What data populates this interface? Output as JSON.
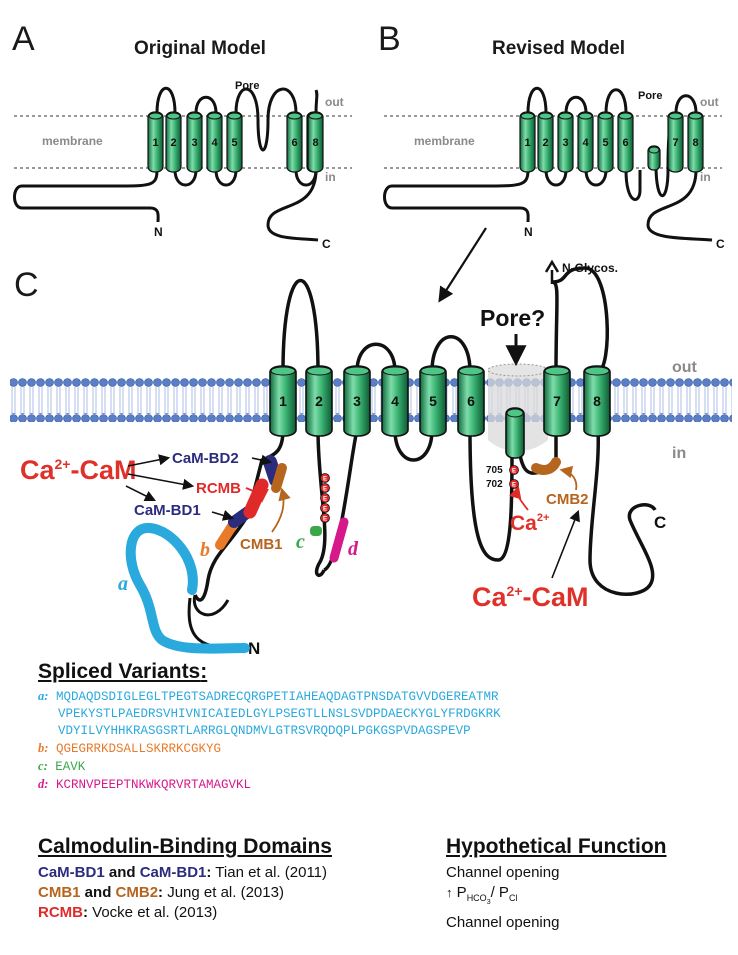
{
  "panel_a": {
    "letter": "A",
    "title": "Original Model",
    "membrane_label": "membrane",
    "out_label": "out",
    "in_label": "in",
    "pore_label": "Pore",
    "helices": [
      "1",
      "2",
      "3",
      "4",
      "5",
      "6",
      "7",
      "8"
    ],
    "n_terminus": "N",
    "c_terminus": "C"
  },
  "panel_b": {
    "letter": "B",
    "title": "Revised  Model",
    "membrane_label": "membrane",
    "out_label": "out",
    "in_label": "in",
    "pore_label": "Pore",
    "helices": [
      "1",
      "2",
      "3",
      "4",
      "5",
      "6",
      "7",
      "8"
    ],
    "n_terminus": "N",
    "c_terminus": "C"
  },
  "panel_c": {
    "letter": "C",
    "glycos_label": "N-Glycos.",
    "pore_label": "Pore?",
    "out_label": "out",
    "in_label": "in",
    "helices": [
      "1",
      "2",
      "3",
      "4",
      "5",
      "6",
      "7",
      "8"
    ],
    "n_terminus": "N",
    "c_terminus": "C",
    "cacam_left": {
      "base": "Ca",
      "sup": "2+",
      "rest": "-CaM"
    },
    "cacam_right": {
      "base": "Ca",
      "sup": "2+",
      "rest": "-CaM"
    },
    "ca2_label": {
      "base": "Ca",
      "sup": "2+"
    },
    "domains": {
      "cam_bd2": "CaM-BD2",
      "rcmb": "RCMB",
      "cam_bd1": "CaM-BD1",
      "cmb1": "CMB1",
      "cmb2": "CMB2"
    },
    "variants": {
      "a": "a",
      "b": "b",
      "c": "c",
      "d": "d"
    },
    "residue_705": "705",
    "residue_702": "702",
    "e_residues": [
      "E",
      "E",
      "E",
      "E",
      "E"
    ],
    "residue_e_label": "E"
  },
  "colors": {
    "helix_green": "#2aa66a",
    "membrane_blue": "#5b7fc7",
    "variant_a": "#2aa9dc",
    "variant_b": "#e87a2a",
    "variant_c": "#3aa84a",
    "variant_d": "#d6198a",
    "cam_bd_navy": "#2b2c7e",
    "cmb_brown": "#b5651d",
    "rcmb_red": "#e02a2a",
    "cacam_red": "#e0302a"
  },
  "spliced_variants": {
    "title": "Spliced Variants",
    "colon": ":",
    "a": {
      "key": "a",
      "lines": [
        "MQDAQDSDIGLEGLTPEGTSADRECQRGPETIAHEAQDAGTPNSDATGVVDGEREATMR",
        "VPEKYSTLPAEDRSVHIVNICAIEDLGYLPSEGTLLNSLSVDPDAECKYGLYFRDGKRK",
        "VDYILVYHHKRASGSRTLARRGLQNDMVLGTRSVRQDQPLPGKGSPVDAGSPEVP"
      ]
    },
    "b": {
      "key": "b",
      "seq": "QGEGRRKDSALLSKRRKCGKYG"
    },
    "c": {
      "key": "c",
      "seq": "EAVK"
    },
    "d": {
      "key": "d",
      "seq": "KCRNVPEEPTNKWKQRVRTAMAGVKL"
    }
  },
  "calmodulin_binding_domains": {
    "title": "Calmodulin-Binding Domains",
    "rows": [
      {
        "name1": "CaM-BD1",
        "and": " and ",
        "name2": "CaM-BD1",
        "colon": ":",
        "ref": " Tian et al. (2011)"
      },
      {
        "name1": "CMB1",
        "and": " and ",
        "name2": "CMB2",
        "colon": ":",
        "ref": " Jung et al. (2013)"
      },
      {
        "name1": "RCMB",
        "colon": ":",
        "ref": " Vocke et al. (2013)"
      }
    ]
  },
  "hypothetical_function": {
    "title": "Hypothetical Function",
    "row1": "Channel opening",
    "row2_prefix": "P",
    "row2_sub1": "HCO",
    "row2_sub1b": "3",
    "row2_slash": "/ P",
    "row2_sub2": "Cl",
    "row3": "Channel opening"
  }
}
